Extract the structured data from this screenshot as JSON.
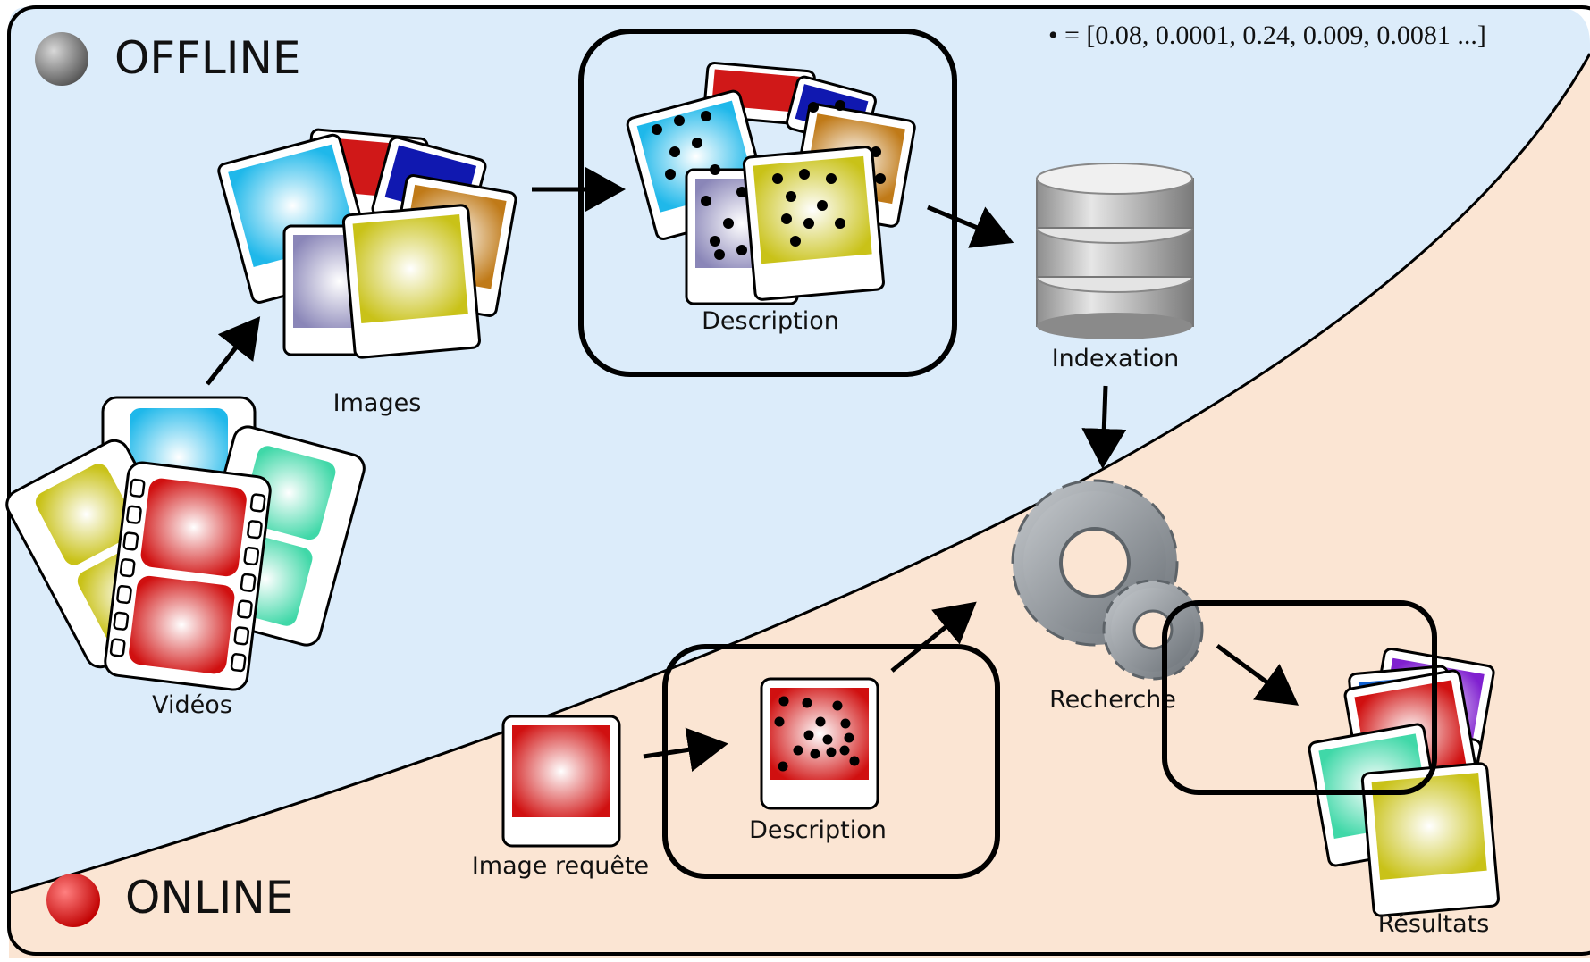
{
  "diagram": {
    "offline_label": "OFFLINE",
    "online_label": "ONLINE",
    "vector_text": "• = [0.08, 0.0001, 0.24, 0.009, 0.0081 ...]",
    "labels": {
      "videos": "Vidéos",
      "images": "Images",
      "description_offline": "Description",
      "indexation": "Indexation",
      "recherche": "Recherche",
      "image_query": "Image requête",
      "description_online": "Description",
      "results": "Résultats"
    },
    "colors": {
      "offline_bg": "#dcecfa",
      "online_bg": "#fbe5d3",
      "offline_dot": "#808080",
      "online_dot": "#e02020"
    }
  }
}
